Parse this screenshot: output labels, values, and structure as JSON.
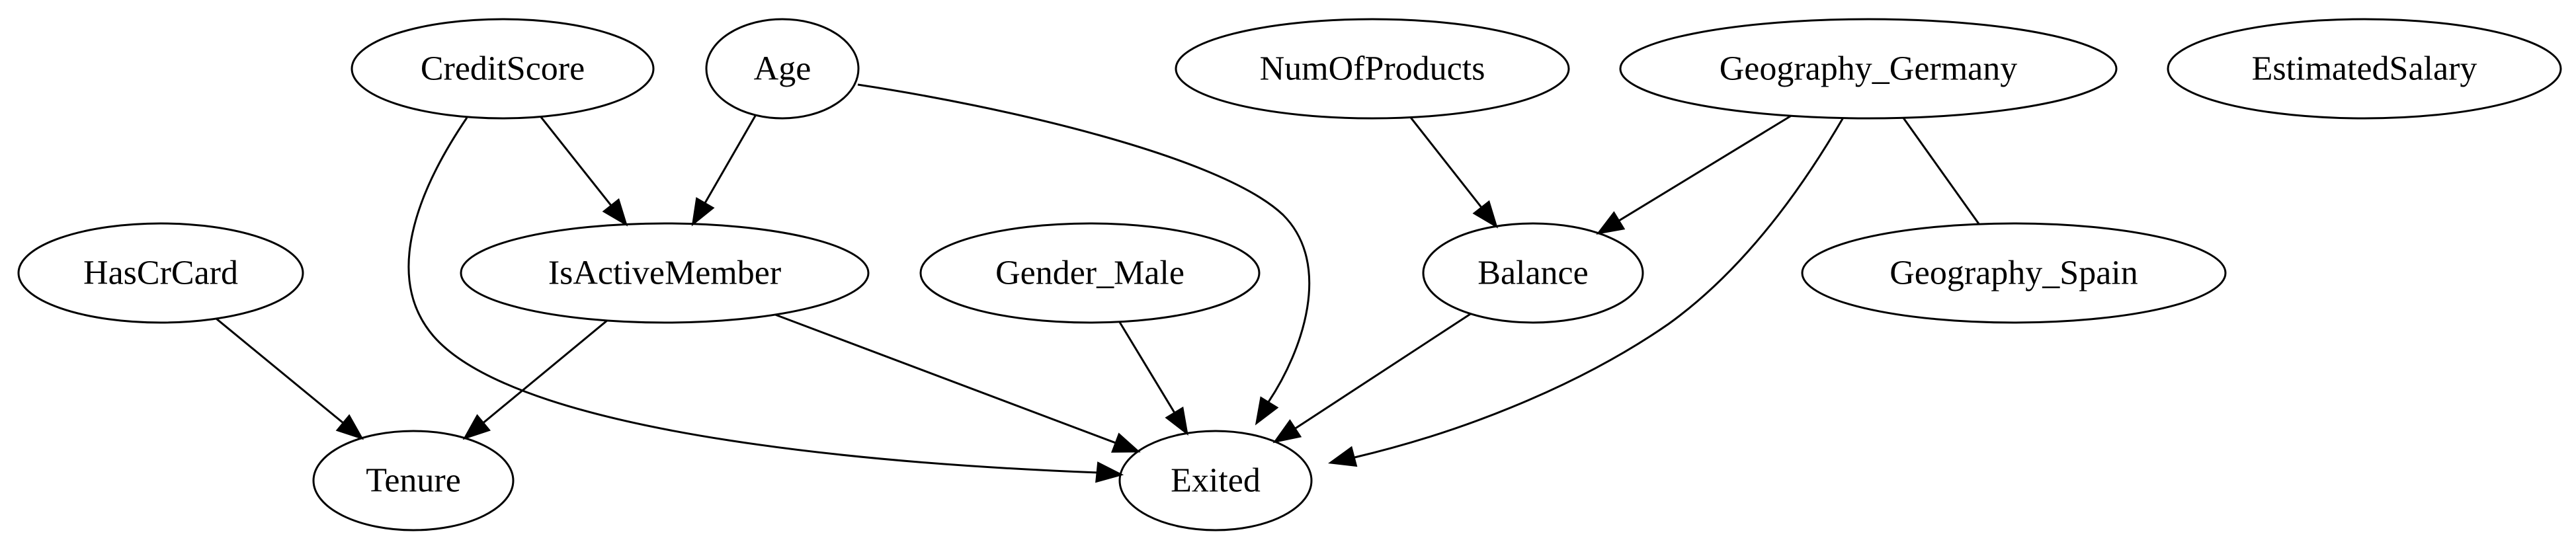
{
  "nodes": [
    {
      "id": "creditscore",
      "label": "CreditScore"
    },
    {
      "id": "age",
      "label": "Age"
    },
    {
      "id": "numofproducts",
      "label": "NumOfProducts"
    },
    {
      "id": "geography_germany",
      "label": "Geography_Germany"
    },
    {
      "id": "estimatedsalary",
      "label": "EstimatedSalary"
    },
    {
      "id": "hascrcard",
      "label": "HasCrCard"
    },
    {
      "id": "isactivemember",
      "label": "IsActiveMember"
    },
    {
      "id": "gender_male",
      "label": "Gender_Male"
    },
    {
      "id": "balance",
      "label": "Balance"
    },
    {
      "id": "geography_spain",
      "label": "Geography_Spain"
    },
    {
      "id": "tenure",
      "label": "Tenure"
    },
    {
      "id": "exited",
      "label": "Exited"
    }
  ],
  "edges": [
    {
      "from": "creditscore",
      "to": "isactivemember",
      "directed": true
    },
    {
      "from": "creditscore",
      "to": "exited",
      "directed": true
    },
    {
      "from": "age",
      "to": "isactivemember",
      "directed": true
    },
    {
      "from": "age",
      "to": "exited",
      "directed": true
    },
    {
      "from": "numofproducts",
      "to": "balance",
      "directed": true
    },
    {
      "from": "geography_germany",
      "to": "balance",
      "directed": true
    },
    {
      "from": "geography_germany",
      "to": "geography_spain",
      "directed": false
    },
    {
      "from": "geography_germany",
      "to": "exited",
      "directed": true
    },
    {
      "from": "hascrcard",
      "to": "tenure",
      "directed": true
    },
    {
      "from": "isactivemember",
      "to": "tenure",
      "directed": true
    },
    {
      "from": "isactivemember",
      "to": "exited",
      "directed": true
    },
    {
      "from": "gender_male",
      "to": "exited",
      "directed": true
    },
    {
      "from": "balance",
      "to": "exited",
      "directed": true
    }
  ]
}
